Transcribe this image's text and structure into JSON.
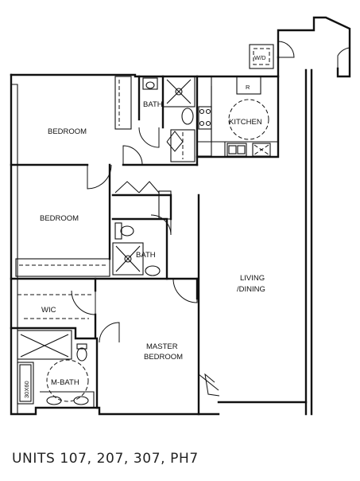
{
  "rooms": {
    "bedroom_1": "BEDROOM",
    "bath_1": "BATH",
    "kitchen": "KITCHEN",
    "bedroom_2": "BEDROOM",
    "bath_2": "BATH",
    "living_line1": "LIVING",
    "living_line2": "/DINING",
    "wic": "WIC",
    "master_line1": "MASTER",
    "master_line2": "BEDROOM",
    "mbath": "M-BATH"
  },
  "fixtures": {
    "washer_dryer": "W/D",
    "refrigerator": "R",
    "tub": "30X60"
  },
  "caption": "UNITS 107, 207, 307, PH7"
}
